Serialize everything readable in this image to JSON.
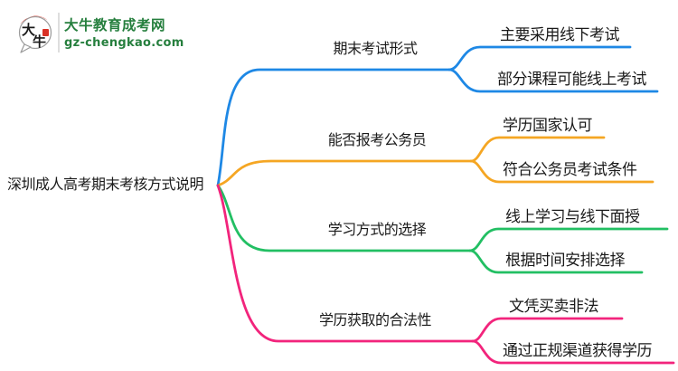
{
  "logo": {
    "icon_text_top": "大",
    "icon_text_bottom": "牛",
    "title": "大牛教育成考网",
    "url": "gz-chengkao.com",
    "brand_green": "#267F3E",
    "brand_red": "#D93025",
    "icon_ink": "#1a1a1a"
  },
  "colors": {
    "text": "#1a1a1a",
    "background": "#ffffff"
  },
  "mindmap": {
    "root": "深圳成人高考期末考核方式说明",
    "branches": [
      {
        "label": "期末考试形式",
        "color": "#1E88E5",
        "children": [
          "主要采用线下考试",
          "部分课程可能线上考试"
        ]
      },
      {
        "label": "能否报考公务员",
        "color": "#F5A623",
        "children": [
          "学历国家认可",
          "符合公务员考试条件"
        ]
      },
      {
        "label": "学习方式的选择",
        "color": "#22BF63",
        "children": [
          "线上学习与线下面授",
          "根据时间安排选择"
        ]
      },
      {
        "label": "学历获取的合法性",
        "color": "#F2247C",
        "children": [
          "文凭买卖非法",
          "通过正规渠道获得学历"
        ]
      }
    ]
  }
}
